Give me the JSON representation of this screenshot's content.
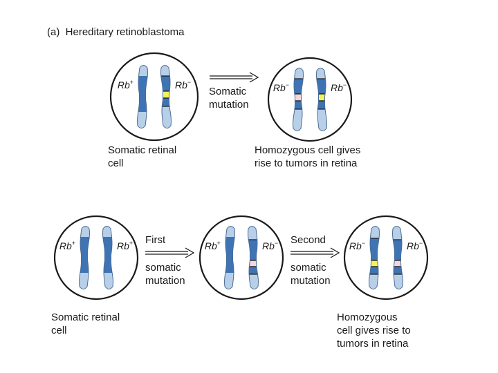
{
  "title": "(a)  Hereditary retinoblastoma",
  "colors": {
    "chromosome_light": "#b8cfe8",
    "chromosome_edge": "#4a6b95",
    "band_dark": "#3f74b4",
    "mutation_yellow": "#f2f25a",
    "mutation_pink": "#f3d6de",
    "outline": "#1a1a1a"
  },
  "top_row": {
    "cell1": {
      "left_allele": "Rb",
      "left_sup": "+",
      "right_allele": "Rb",
      "right_sup": "−"
    },
    "arrow_label": {
      "line1": "Somatic",
      "line2": "mutation"
    },
    "cell2": {
      "left_allele": "Rb",
      "left_sup": "−",
      "right_allele": "Rb",
      "right_sup": "−"
    },
    "caption1": {
      "line1": "Somatic retinal",
      "line2": "cell"
    },
    "caption2": {
      "line1": "Homozygous cell gives",
      "line2": "rise to tumors in retina"
    }
  },
  "bottom_row": {
    "cell1": {
      "left_allele": "Rb",
      "left_sup": "+",
      "right_allele": "Rb",
      "right_sup": "+"
    },
    "arrow1_label": {
      "above": "First",
      "line1": "somatic",
      "line2": "mutation"
    },
    "cell2": {
      "left_allele": "Rb",
      "left_sup": "+",
      "right_allele": "Rb",
      "right_sup": "−"
    },
    "arrow2_label": {
      "above": "Second",
      "line1": "somatic",
      "line2": "mutation"
    },
    "cell3": {
      "left_allele": "Rb",
      "left_sup": "−",
      "right_allele": "Rb",
      "right_sup": "−"
    },
    "caption1": {
      "line1": "Somatic retinal",
      "line2": "cell"
    },
    "caption3": {
      "line1": "Homozygous",
      "line2": "cell gives rise to",
      "line3": "tumors in retina"
    }
  }
}
